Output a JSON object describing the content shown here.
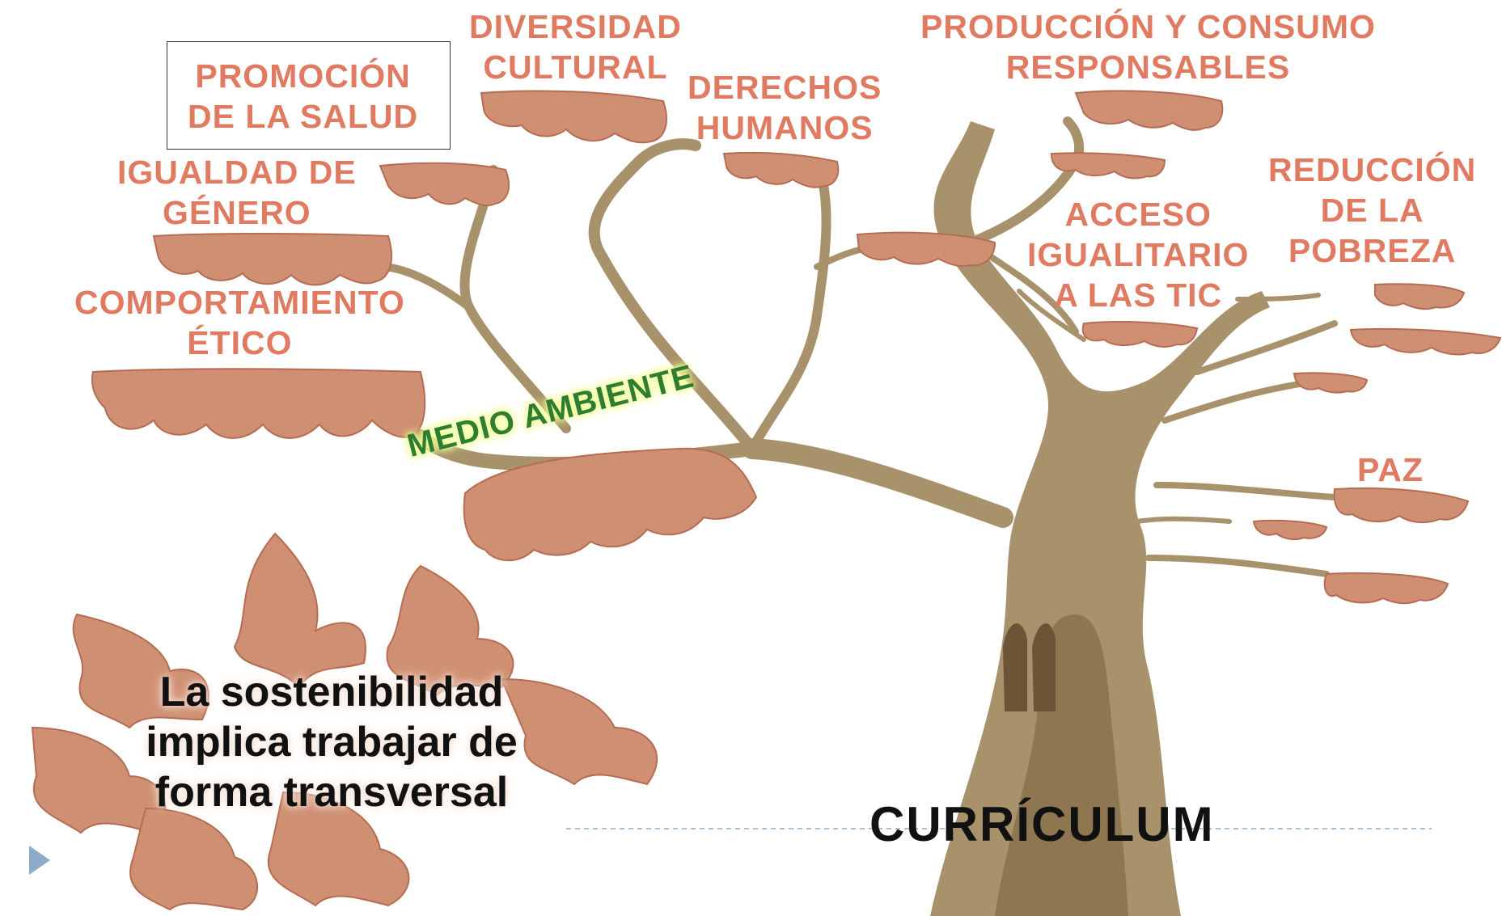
{
  "diagram": {
    "branch_labels": {
      "promocion_salud": [
        "PROMOCIÓN",
        "DE LA SALUD"
      ],
      "diversidad_cultural": [
        "DIVERSIDAD",
        "CULTURAL"
      ],
      "derechos_humanos": [
        "DERECHOS",
        "HUMANOS"
      ],
      "produccion_consumo": [
        "PRODUCCIÓN Y CONSUMO",
        "RESPONSABLES"
      ],
      "igualdad_genero": [
        "IGUALDAD DE",
        "GÉNERO"
      ],
      "reduccion_pobreza": [
        "REDUCCIÓN",
        "DE LA",
        "POBREZA"
      ],
      "acceso_tic": [
        "ACCESO",
        "IGUALITARIO",
        "A LAS TIC"
      ],
      "comportamiento_etico": [
        "COMPORTAMIENTO",
        "ÉTICO"
      ],
      "paz": [
        "PAZ"
      ]
    },
    "highlight_label": "MEDIO AMBIENTE",
    "trunk_label": "CURRÍCULUM",
    "caption": [
      "La sostenibilidad",
      "implica trabajar de",
      "forma transversal"
    ]
  },
  "colors": {
    "label_text": "#e07b62",
    "highlight_text": "#2f7d32",
    "highlight_glow": "#f3ff9a",
    "foliage": "#cf8f72",
    "foliage_dark": "#b56c52",
    "trunk": "#a8926b",
    "trunk_dark": "#6b5536",
    "slide_arrow": "#8eaac9"
  }
}
